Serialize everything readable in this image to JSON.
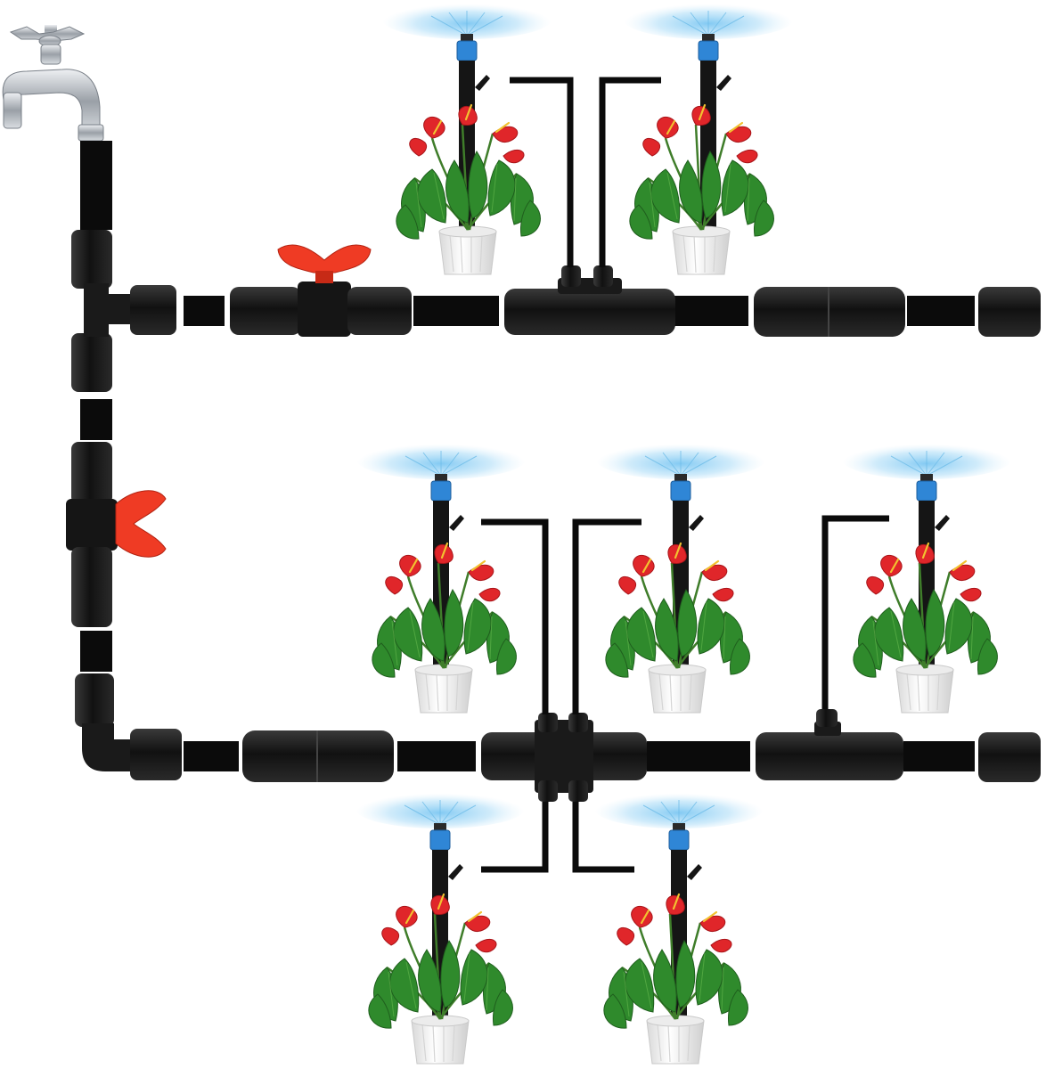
{
  "diagram": {
    "title": "",
    "components": {
      "faucet": "faucet-icon",
      "tee_connector": "tee-connector-icon",
      "ball_valve": "ball-valve-icon",
      "elbow_connector": "elbow-connector-icon",
      "straight_coupler": "straight-coupler-icon",
      "end_plug": "end-plug-icon",
      "multi_outlet_tee": "multi-outlet-tee-icon",
      "micro_tube": "micro-tube-icon",
      "sprinkler_stake": "sprinkler-stake-icon",
      "mist_spray": "mist-spray-icon",
      "potted_plant": "anthurium-plant-icon"
    },
    "counts": {
      "sprinklers": 7,
      "plants": 7,
      "valves": 2,
      "mains": 2
    }
  },
  "colors": {
    "background": "#ffffff",
    "pipe": "#0b0b0b",
    "fitting": "#1a1a1a",
    "valve_handle": "#ef3b24",
    "sprinkler_cap": "#2f86d6",
    "mist": "#9fd4f5",
    "leaf": "#2f8a2c",
    "flower": "#e0262a",
    "pot": "#f2f2f2",
    "chrome": "#b8bcc2"
  }
}
